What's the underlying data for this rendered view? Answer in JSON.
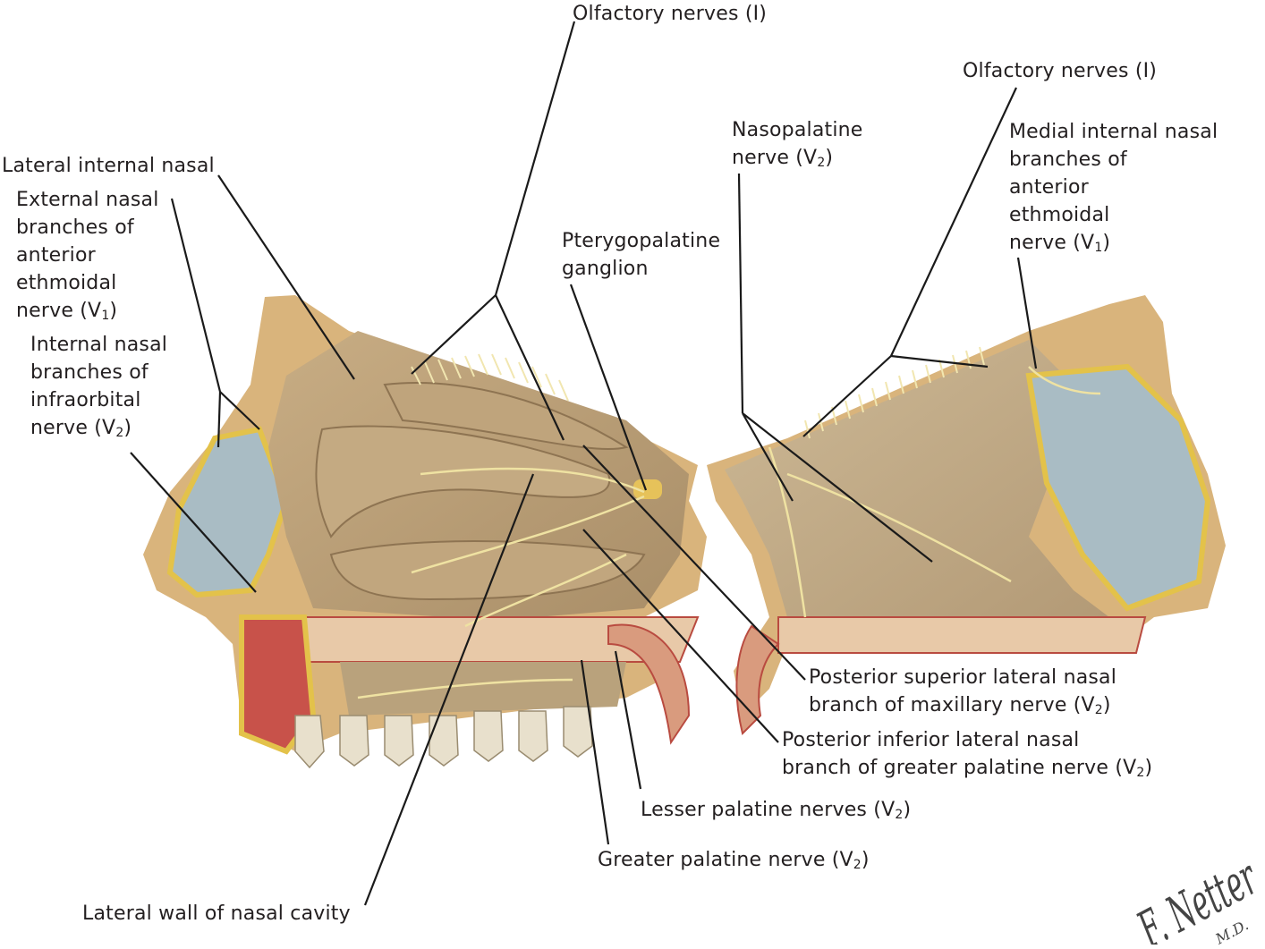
{
  "labels": {
    "olfactory_left": "Olfactory nerves (I)",
    "olfactory_right": "Olfactory nerves (I)",
    "nasopalatine": [
      "Nasopalatine",
      "nerve (V",
      "2",
      ")"
    ],
    "medial_internal": [
      "Medial internal nasal",
      "branches of",
      "anterior",
      "ethmoidal",
      "nerve (V",
      "1",
      ")"
    ],
    "lateral_internal": "Lateral internal nasal",
    "external_nasal": [
      "External nasal",
      "branches of",
      "anterior",
      "ethmoidal",
      "nerve (V",
      "1",
      ")"
    ],
    "internal_nasal_infraorbital": [
      "Internal nasal",
      "branches of",
      "infraorbital",
      "nerve (V",
      "2",
      ")"
    ],
    "pterygopalatine": [
      "Pterygopalatine",
      "ganglion"
    ],
    "posterior_superior": [
      "Posterior superior lateral nasal",
      "branch of maxillary nerve (V",
      "2",
      ")"
    ],
    "posterior_inferior": [
      "Posterior inferior lateral nasal",
      "branch of greater palatine nerve (V",
      "2",
      ")"
    ],
    "lesser_palatine": [
      "Lesser palatine nerves (V",
      "2",
      ")"
    ],
    "greater_palatine": [
      "Greater palatine nerve (V",
      "2",
      ")"
    ],
    "lateral_wall": "Lateral wall of nasal cavity"
  },
  "signature": [
    "F. Netter",
    "M.D."
  ],
  "colors": {
    "bone": "#c9b089",
    "mucosa": "#b59a74",
    "cartilage": "#a9bcc4",
    "nerve": "#efe2a2",
    "fat": "#f2cf3a",
    "muscle": "#c8524a",
    "tooth": "#e8e0cc"
  }
}
